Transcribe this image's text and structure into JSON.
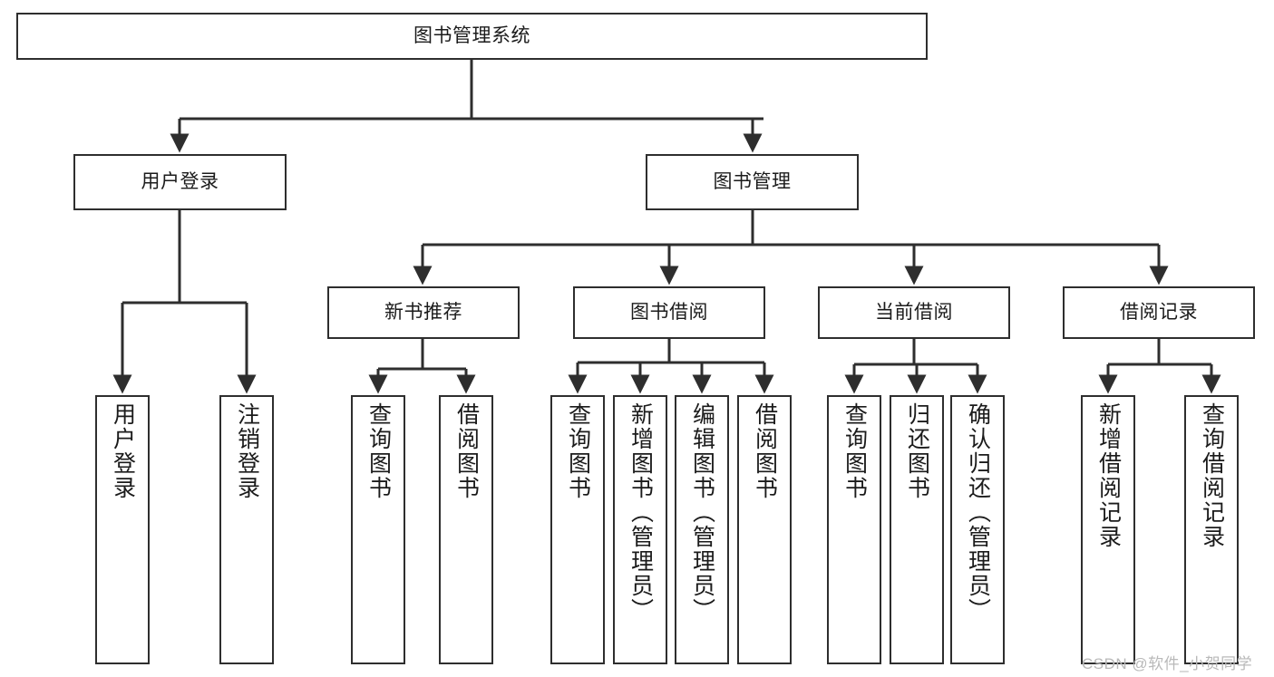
{
  "diagram": {
    "title": "图书管理系统",
    "type": "tree-hierarchy-chart",
    "line_color": "#2e2e2e",
    "background": "#ffffff",
    "text_color": "#1b1b1b"
  },
  "root": {
    "label": "图书管理系统"
  },
  "level1": [
    {
      "label": "用户登录"
    },
    {
      "label": "图书管理"
    }
  ],
  "level2": [
    {
      "label": "新书推荐"
    },
    {
      "label": "图书借阅"
    },
    {
      "label": "当前借阅"
    },
    {
      "label": "借阅记录"
    }
  ],
  "leaves": {
    "user_login": [
      {
        "label": "用户登录"
      },
      {
        "label": "注销登录"
      }
    ],
    "new_book_recommend": [
      {
        "label": "查询图书"
      },
      {
        "label": "借阅图书"
      }
    ],
    "book_borrow": [
      {
        "label": "查询图书"
      },
      {
        "label": "新增图书（管理员）"
      },
      {
        "label": "编辑图书（管理员）"
      },
      {
        "label": "借阅图书"
      }
    ],
    "current_borrow": [
      {
        "label": "查询图书"
      },
      {
        "label": "归还图书"
      },
      {
        "label": "确认归还（管理员）"
      }
    ],
    "borrow_record": [
      {
        "label": "新增借阅记录"
      },
      {
        "label": "查询借阅记录"
      }
    ]
  },
  "watermark": {
    "text": "CSDN @软件_小贺同学"
  }
}
